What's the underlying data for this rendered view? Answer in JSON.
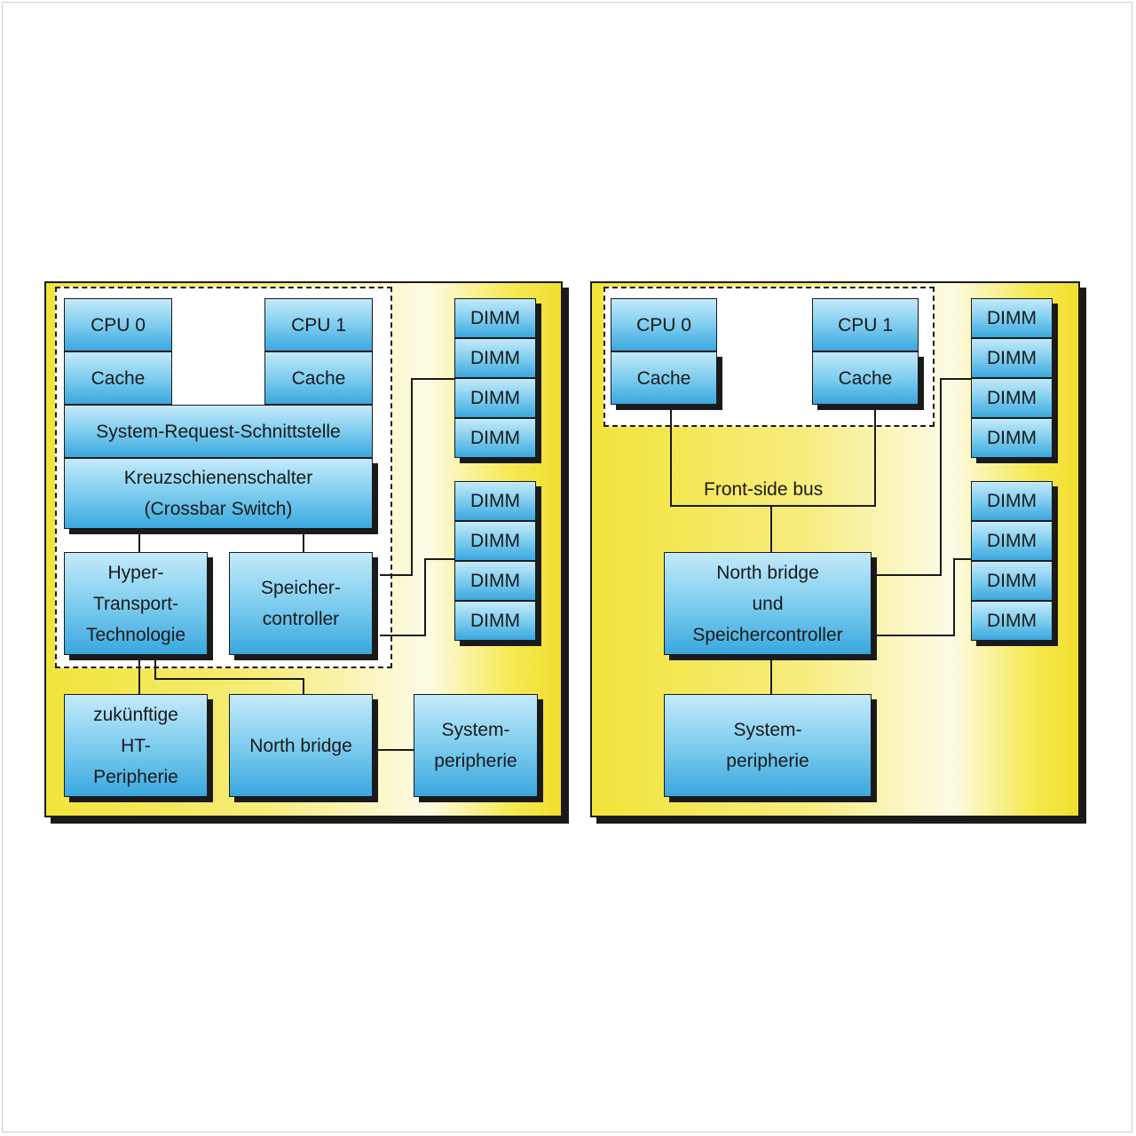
{
  "left": {
    "cpu0": "CPU 0",
    "cpu1": "CPU 1",
    "cache0": "Cache",
    "cache1": "Cache",
    "sri": "System-Request-Schnittstelle",
    "crossbar": "Kreuzschienenschalter\n(Crossbar Switch)",
    "ht": "Hyper-\nTransport-\nTechnologie",
    "memctrl": "Speicher-\ncontroller",
    "future_ht": "zukünftige\nHT-\nPeripherie",
    "northbridge": "North bridge",
    "sysperiph": "System-\nperipherie",
    "dimm_top": [
      "DIMM",
      "DIMM",
      "DIMM",
      "DIMM"
    ],
    "dimm_bottom": [
      "DIMM",
      "DIMM",
      "DIMM",
      "DIMM"
    ]
  },
  "right": {
    "cpu0": "CPU 0",
    "cpu1": "CPU 1",
    "cache0": "Cache",
    "cache1": "Cache",
    "fsb": "Front-side bus",
    "northbridge": "North bridge\nund\nSpeichercontroller",
    "sysperiph": "System-\nperipherie",
    "dimm_top": [
      "DIMM",
      "DIMM",
      "DIMM",
      "DIMM"
    ],
    "dimm_bottom": [
      "DIMM",
      "DIMM",
      "DIMM",
      "DIMM"
    ]
  },
  "colors": {
    "box_light": "#c4eafa",
    "box_dark": "#3aa8de",
    "panel_yellow": "#f2e43a",
    "outline": "#1a1a1a"
  }
}
